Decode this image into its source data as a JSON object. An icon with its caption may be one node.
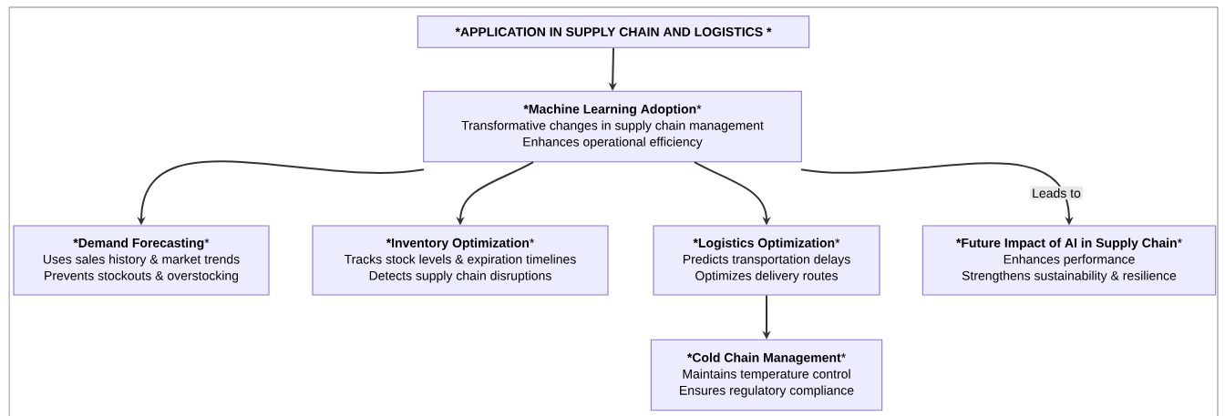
{
  "diagram": {
    "nodes": [
      {
        "text": [
          "***APPLICATION IN SUPPLY CHAIN AND LOGISTICS ***"
        ]
      },
      {
        "text": [
          "***Machine Learning Adoption***",
          "Transformative changes in supply chain management",
          "Enhances operational efficiency"
        ]
      },
      {
        "text": [
          "***Demand Forecasting***",
          "Uses sales history & market trends",
          "Prevents stockouts & overstocking"
        ]
      },
      {
        "text": [
          "***Inventory Optimization***",
          "Tracks stock levels & expiration timelines",
          "Detects supply chain disruptions"
        ]
      },
      {
        "text": [
          "***Logistics Optimization***",
          "Predicts transportation delays",
          "Optimizes delivery routes"
        ]
      },
      {
        "text": [
          "***Future Impact of AI in Supply Chain***",
          "Enhances performance",
          "Strengthens sustainability & resilience"
        ]
      },
      {
        "text": [
          "***Cold Chain Management***",
          "Maintains temperature control",
          "Ensures regulatory compliance"
        ]
      }
    ],
    "edges": [
      {
        "from": 0,
        "to": 1,
        "arrow": "to"
      },
      {
        "from": 1,
        "to": 2,
        "arrow": "to"
      },
      {
        "from": 1,
        "to": 3,
        "arrow": "to"
      },
      {
        "from": 1,
        "to": 4,
        "arrow": "to"
      },
      {
        "from": 1,
        "to": 5,
        "arrow": "to",
        "label": "Leads to"
      },
      {
        "from": 4,
        "to": 6,
        "arrow": "to"
      }
    ]
  }
}
